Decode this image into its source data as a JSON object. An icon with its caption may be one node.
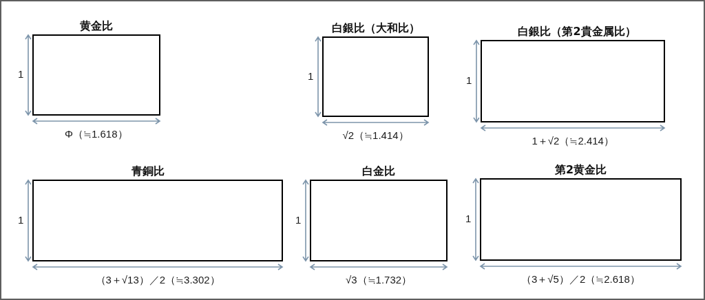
{
  "diagram": {
    "nodes": [
      {
        "text": [
          "黄金比"
        ],
        "beside": [
          "1",
          "Φ（≒1.618）"
        ]
      },
      {
        "text": [
          "白銀比（大和比）"
        ],
        "beside": [
          "1",
          "√2（≒1.414）"
        ]
      },
      {
        "text": [
          "白銀比（第2貴金属比）"
        ],
        "beside": [
          "1",
          "1＋√2（≒2.414）"
        ]
      },
      {
        "text": [
          "青銅比"
        ],
        "beside": [
          "1",
          "（3＋√13）／2（≒3.302）"
        ]
      },
      {
        "text": [
          "白金比"
        ],
        "beside": [
          "1",
          "√3（≒1.732）"
        ]
      },
      {
        "text": [
          "第2黄金比"
        ],
        "beside": [
          "1",
          "（3＋√5）／2（≒2.618）"
        ]
      }
    ]
  }
}
